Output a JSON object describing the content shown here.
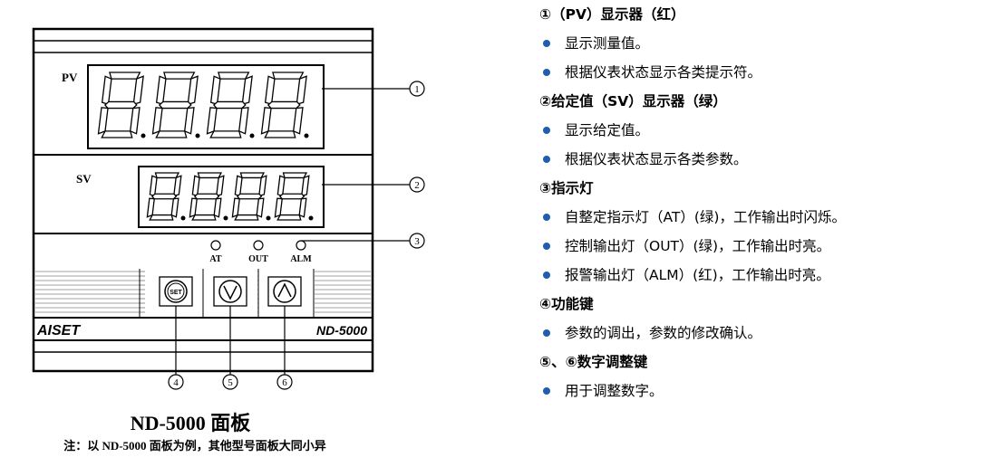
{
  "panel": {
    "pv_label": "PV",
    "sv_label": "SV",
    "leds": [
      "AT",
      "OUT",
      "ALM"
    ],
    "brand": "AISET",
    "model": "ND-5000",
    "callouts": [
      "①",
      "②",
      "③",
      "④",
      "⑤",
      "⑥"
    ],
    "set_key_label": "SET"
  },
  "caption": {
    "title": "ND-5000 面板",
    "note": "注：以 ND-5000 面板为例，其他型号面板大同小异"
  },
  "description": {
    "sections": [
      {
        "heading": "①（PV）显示器（红）",
        "items": [
          "显示测量值。",
          "根据仪表状态显示各类提示符。"
        ]
      },
      {
        "heading": "②给定值（SV）显示器（绿）",
        "items": [
          "显示给定值。",
          "根据仪表状态显示各类参数。"
        ]
      },
      {
        "heading": "③指示灯",
        "items": [
          "自整定指示灯（AT）(绿)，工作输出时闪烁。",
          "控制输出灯（OUT）(绿)，工作输出时亮。",
          "报警输出灯（ALM）(红)，工作输出时亮。"
        ]
      },
      {
        "heading": "④功能键",
        "items": [
          "参数的调出，参数的修改确认。"
        ]
      },
      {
        "heading": "⑤、⑥数字调整键",
        "items": [
          "用于调整数字。"
        ]
      }
    ]
  },
  "colors": {
    "bullet": "#1f5fae",
    "line": "#000000"
  }
}
